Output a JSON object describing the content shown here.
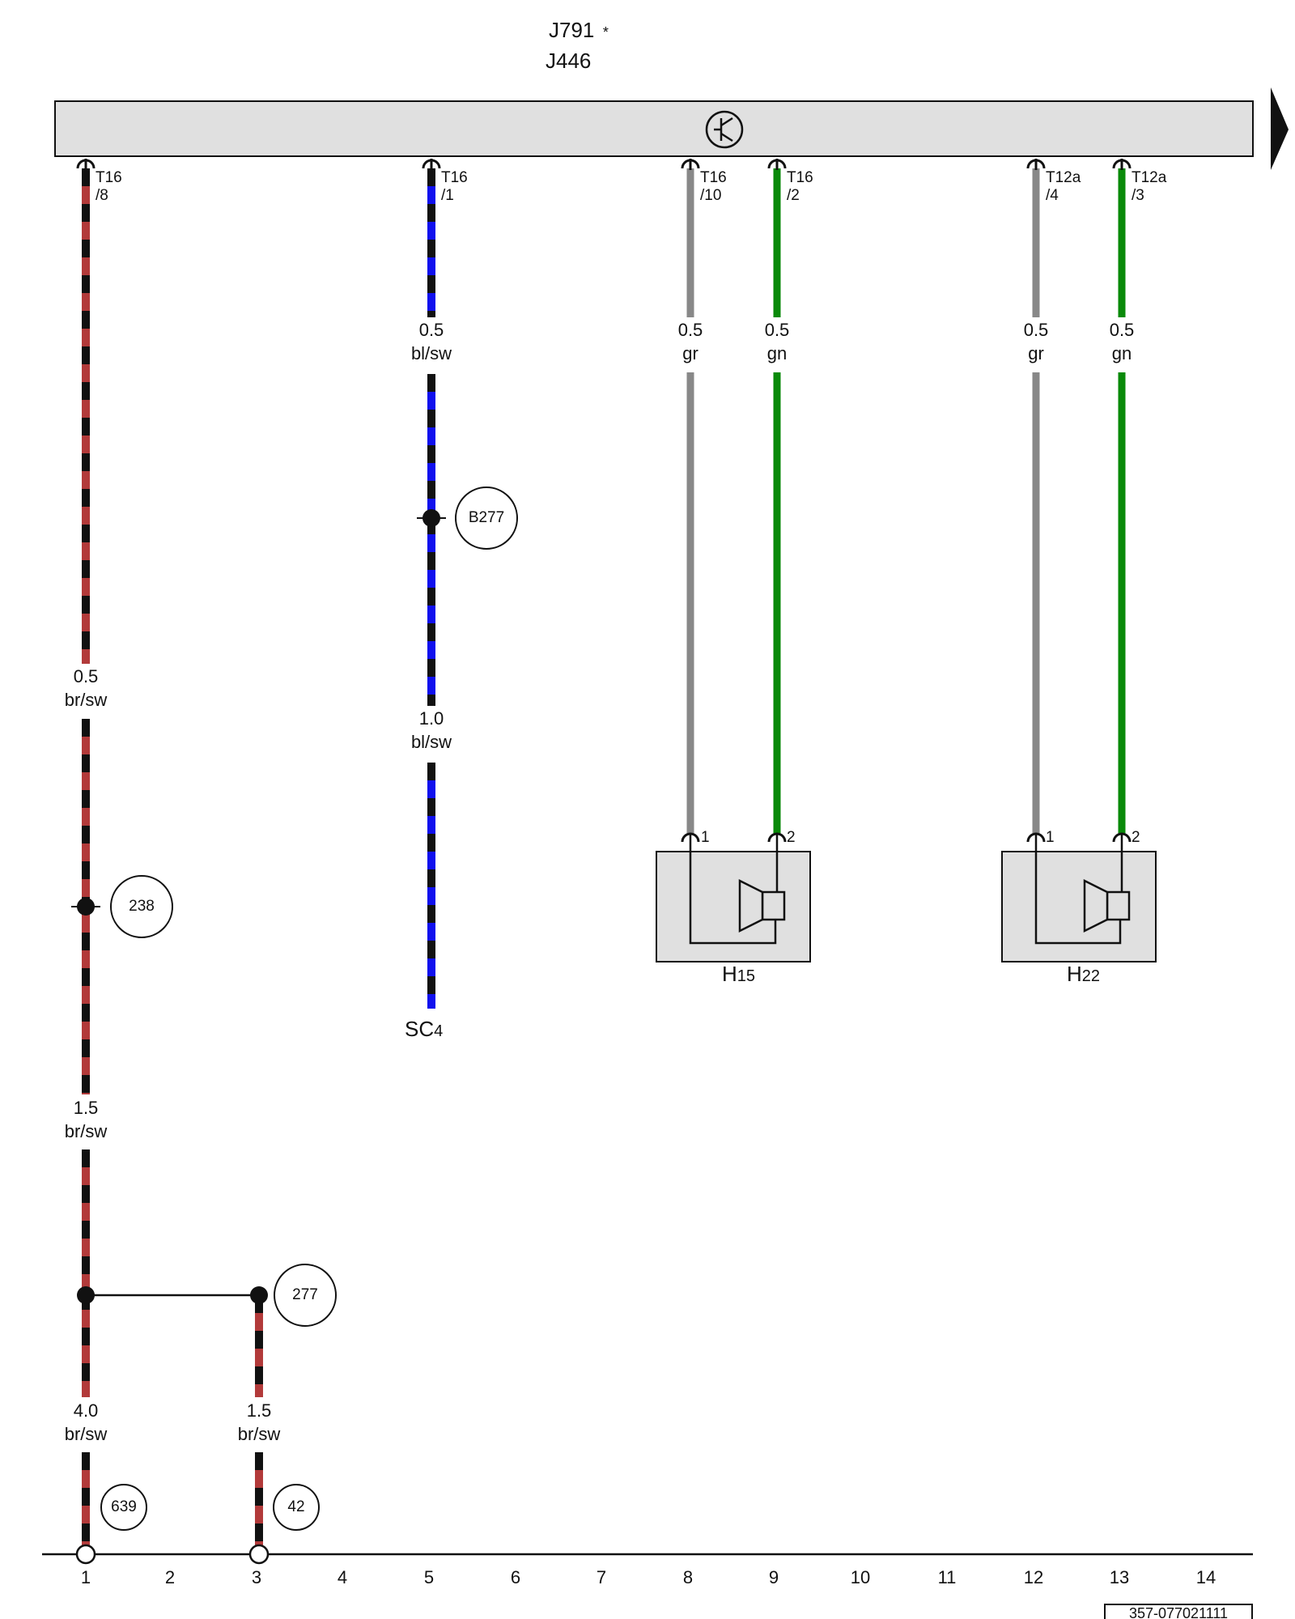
{
  "header": {
    "component_top": "J791",
    "component_top_suffix": "*",
    "component_bottom": "J446"
  },
  "connectors": [
    {
      "id": "c1",
      "line1": "T16",
      "line2": "/8"
    },
    {
      "id": "c2",
      "line1": "T16",
      "line2": "/1"
    },
    {
      "id": "c3",
      "line1": "T16",
      "line2": "/10"
    },
    {
      "id": "c4",
      "line1": "T16",
      "line2": "/2"
    },
    {
      "id": "c5",
      "line1": "T12a",
      "line2": "/4"
    },
    {
      "id": "c6",
      "line1": "T12a",
      "line2": "/3"
    }
  ],
  "wire_labels": [
    {
      "size": "0.5",
      "color": "br/sw"
    },
    {
      "size": "1.5",
      "color": "br/sw"
    },
    {
      "size": "4.0",
      "color": "br/sw"
    },
    {
      "size": "1.5",
      "color": "br/sw"
    },
    {
      "size": "0.5",
      "color": "bl/sw"
    },
    {
      "size": "1.0",
      "color": "bl/sw"
    },
    {
      "size": "0.5",
      "color": "gr"
    },
    {
      "size": "0.5",
      "color": "gn"
    },
    {
      "size": "0.5",
      "color": "gr"
    },
    {
      "size": "0.5",
      "color": "gn"
    }
  ],
  "circles": [
    "238",
    "277",
    "639",
    "42",
    "B277"
  ],
  "components": {
    "sc": {
      "name": "SC",
      "sub": "4"
    },
    "speakers": [
      {
        "name": "H",
        "sub": "15",
        "pin1": "1",
        "pin2": "2"
      },
      {
        "name": "H",
        "sub": "22",
        "pin1": "1",
        "pin2": "2"
      }
    ]
  },
  "columns": [
    "1",
    "2",
    "3",
    "4",
    "5",
    "6",
    "7",
    "8",
    "9",
    "10",
    "11",
    "12",
    "13",
    "14"
  ],
  "doc_number": "357-077021111",
  "colors": {
    "brown": "#b23a3a",
    "blue": "#1010ee",
    "grey": "#888888",
    "green": "#0a8a0a",
    "black": "#111111",
    "box_fill": "#e0e0e0"
  }
}
